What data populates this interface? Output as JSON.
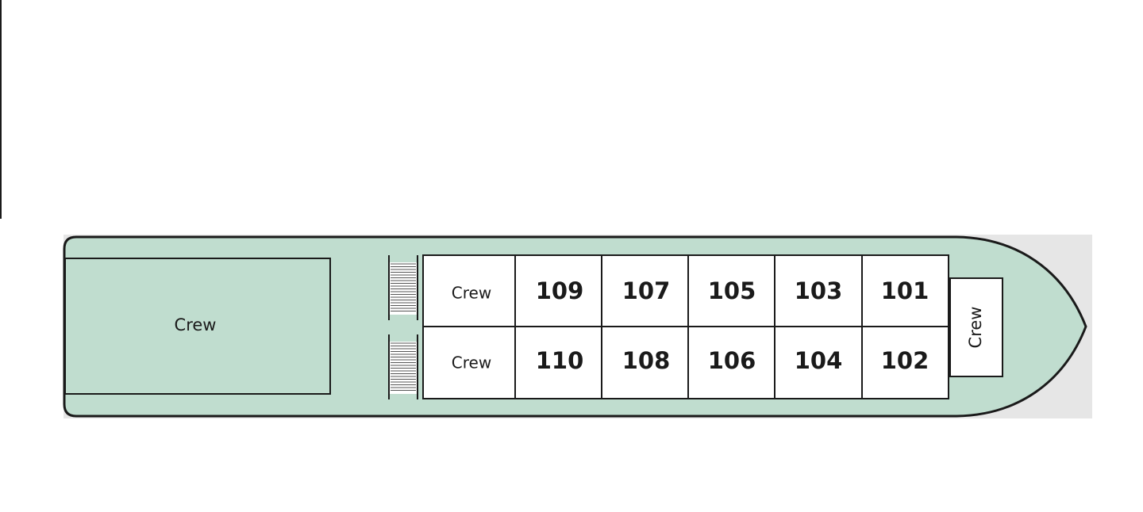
{
  "colors": {
    "hull_fill": "#c0ddcf",
    "hull_stroke": "#1a1a1a",
    "cabin_fill": "#ffffff",
    "backdrop": "#e6e6e6"
  },
  "aft_area": {
    "label": "Crew"
  },
  "top_row": {
    "crew_label": "Crew",
    "cabins": [
      "109",
      "107",
      "105",
      "103",
      "101"
    ]
  },
  "bottom_row": {
    "crew_label": "Crew",
    "cabins": [
      "110",
      "108",
      "106",
      "104",
      "102"
    ]
  },
  "bow_area": {
    "label": "Crew"
  },
  "icons": [
    "staircase-icon",
    "staircase-icon"
  ]
}
